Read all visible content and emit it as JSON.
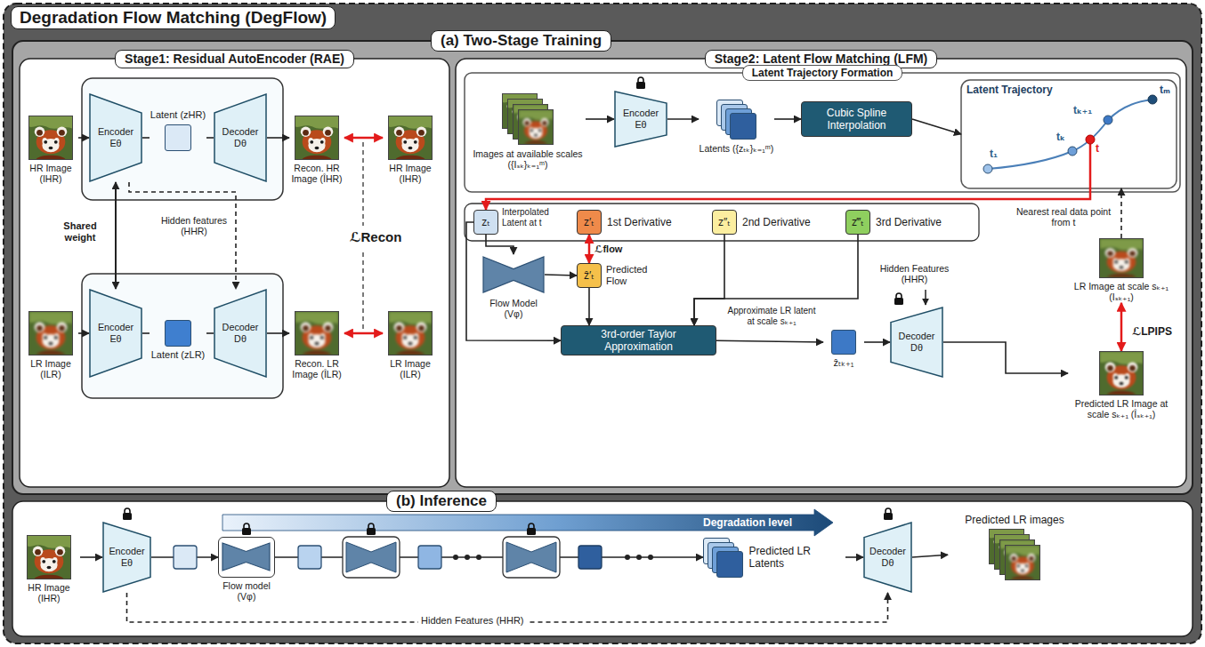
{
  "diagram": {
    "title": "Degradation Flow Matching (DegFlow)",
    "nodes": [
      {
        "text": [
          "(a) Two-Stage Training"
        ]
      },
      {
        "text": [
          "Stage1: Residual AutoEncoder (RAE)"
        ],
        "in": 0
      },
      {
        "text": [
          "HR Image (IHR)"
        ],
        "in": 1
      },
      {
        "text": [
          "Encoder Eθ"
        ],
        "in": 1
      },
      {
        "text": [
          "Latent (zHR)"
        ],
        "in": 1
      },
      {
        "text": [
          "Decoder Dθ"
        ],
        "in": 1
      },
      {
        "text": [
          "Recon. HR Image (ÎHR)"
        ],
        "in": 1
      },
      {
        "text": [
          "HR Image (IHR)"
        ],
        "in": 1
      },
      {
        "text": [
          "LR Image (ILR)"
        ],
        "in": 1
      },
      {
        "text": [
          "Encoder Eθ"
        ],
        "in": 1
      },
      {
        "text": [
          "Latent (zLR)"
        ],
        "in": 1
      },
      {
        "text": [
          "Decoder Dθ"
        ],
        "in": 1
      },
      {
        "text": [
          "Recon. LR Image (ÎLR)"
        ],
        "in": 1
      },
      {
        "text": [
          "LR Image (ILR)"
        ],
        "in": 1
      },
      {
        "text": [
          "Stage2: Latent Flow Matching (LFM)"
        ],
        "in": 0
      },
      {
        "text": [
          "Latent Trajectory Formation"
        ],
        "in": 14
      },
      {
        "text": [
          "Images at available scales ({Iₛₖ}ₖ₌₁ᵐ)"
        ],
        "in": 15
      },
      {
        "text": [
          "Encoder Eθ"
        ],
        "in": 15
      },
      {
        "text": [
          "Latents ({zₜₖ}ₖ₌₁ᵐ)"
        ],
        "in": 15
      },
      {
        "text": [
          "Cubic Spline Interpolation"
        ],
        "in": 15
      },
      {
        "text": [
          "Latent Trajectory"
        ],
        "in": 15
      },
      {
        "text": [
          "zₜ"
        ],
        "in": 14
      },
      {
        "text": [
          "z′ₜ"
        ],
        "in": 14
      },
      {
        "text": [
          "z″ₜ"
        ],
        "in": 14
      },
      {
        "text": [
          "z‴ₜ"
        ],
        "in": 14
      },
      {
        "text": [
          "Flow Model (Vφ)"
        ],
        "in": 14
      },
      {
        "text": [
          "ẑ′ₜ"
        ],
        "in": 14
      },
      {
        "text": [
          "3rd-order Taylor Approximation"
        ],
        "in": 14
      },
      {
        "text": [
          "ẑₜₖ₊₁"
        ],
        "in": 14
      },
      {
        "text": [
          "Decoder Dθ"
        ],
        "in": 14
      },
      {
        "text": [
          "LR Image at scale sₖ₊₁ (Iₛₖ₊₁)"
        ],
        "in": 14
      },
      {
        "text": [
          "Predicted LR Image at scale sₖ₊₁ (Îₛₖ₊₁)"
        ],
        "in": 14
      },
      {
        "text": [
          "(b) Inference"
        ]
      },
      {
        "text": [
          "HR Image (IHR)"
        ],
        "in": 32
      },
      {
        "text": [
          "Encoder Eθ"
        ],
        "in": 32
      },
      {
        "text": [
          "Flow model (Vφ)"
        ],
        "in": 32
      },
      {
        "text": [
          "Predicted LR Latents"
        ],
        "in": 32
      },
      {
        "text": [
          "Decoder Dθ"
        ],
        "in": 32
      },
      {
        "text": [
          "Predicted LR images"
        ],
        "in": 32
      }
    ],
    "edges": [
      {
        "from": 2,
        "to": 3,
        "arrow": "to"
      },
      {
        "from": 3,
        "to": 4,
        "arrow": "none"
      },
      {
        "from": 4,
        "to": 5,
        "arrow": "none"
      },
      {
        "from": 5,
        "to": 6,
        "arrow": "to"
      },
      {
        "from": 6,
        "to": 7,
        "arrow": "both"
      },
      {
        "from": 8,
        "to": 9,
        "arrow": "to"
      },
      {
        "from": 9,
        "to": 10,
        "arrow": "none"
      },
      {
        "from": 10,
        "to": 11,
        "arrow": "none"
      },
      {
        "from": 11,
        "to": 12,
        "arrow": "to"
      },
      {
        "from": 12,
        "to": 13,
        "arrow": "both"
      },
      {
        "from": 3,
        "to": 9,
        "label": "Shared weight",
        "arrow": "both"
      },
      {
        "from": 3,
        "to": 11,
        "label": "Hidden features (HHR)",
        "arrow": "to"
      },
      {
        "from": 16,
        "to": 17,
        "arrow": "to"
      },
      {
        "from": 17,
        "to": 18,
        "arrow": "to"
      },
      {
        "from": 18,
        "to": 19,
        "arrow": "to"
      },
      {
        "from": 19,
        "to": 20,
        "arrow": "to"
      },
      {
        "from": 20,
        "to": 21,
        "arrow": "to"
      },
      {
        "from": 21,
        "to": 25,
        "arrow": "to"
      },
      {
        "from": 25,
        "to": 26,
        "arrow": "to"
      },
      {
        "from": 22,
        "to": 26,
        "label": "ℒflow",
        "arrow": "both"
      },
      {
        "from": 21,
        "to": 27,
        "arrow": "to"
      },
      {
        "from": 26,
        "to": 27,
        "arrow": "to"
      },
      {
        "from": 23,
        "to": 27,
        "arrow": "to"
      },
      {
        "from": 24,
        "to": 27,
        "arrow": "to"
      },
      {
        "from": 27,
        "to": 28,
        "label": "Approximate LR latent at scale sₖ₊₁",
        "arrow": "to"
      },
      {
        "from": 28,
        "to": 29,
        "arrow": "to"
      },
      {
        "from": 29,
        "to": 31,
        "arrow": "to"
      },
      {
        "from": 31,
        "to": 30,
        "label": "ℒLPIPS",
        "arrow": "both"
      },
      {
        "from": 30,
        "to": 20,
        "label": "Nearest real data point from t",
        "arrow": "to"
      },
      {
        "from": 33,
        "to": 34,
        "arrow": "to"
      },
      {
        "from": 34,
        "to": 35,
        "arrow": "to"
      },
      {
        "from": 35,
        "to": 36,
        "arrow": "to"
      },
      {
        "from": 36,
        "to": 37,
        "arrow": "to"
      },
      {
        "from": 37,
        "to": 38,
        "arrow": "to"
      },
      {
        "from": 34,
        "to": 37,
        "label": "Hidden Features (HHR)",
        "arrow": "to"
      }
    ],
    "labels": [
      "ℒRecon",
      "t₁",
      "tₖ",
      "t",
      "tₖ₊₁",
      "tₘ",
      "Interpolated Latent at t",
      "1st Derivative",
      "2nd Derivative",
      "3rd Derivative",
      "Predicted Flow",
      "Hidden Features (HHR)",
      "Degradation level"
    ]
  }
}
